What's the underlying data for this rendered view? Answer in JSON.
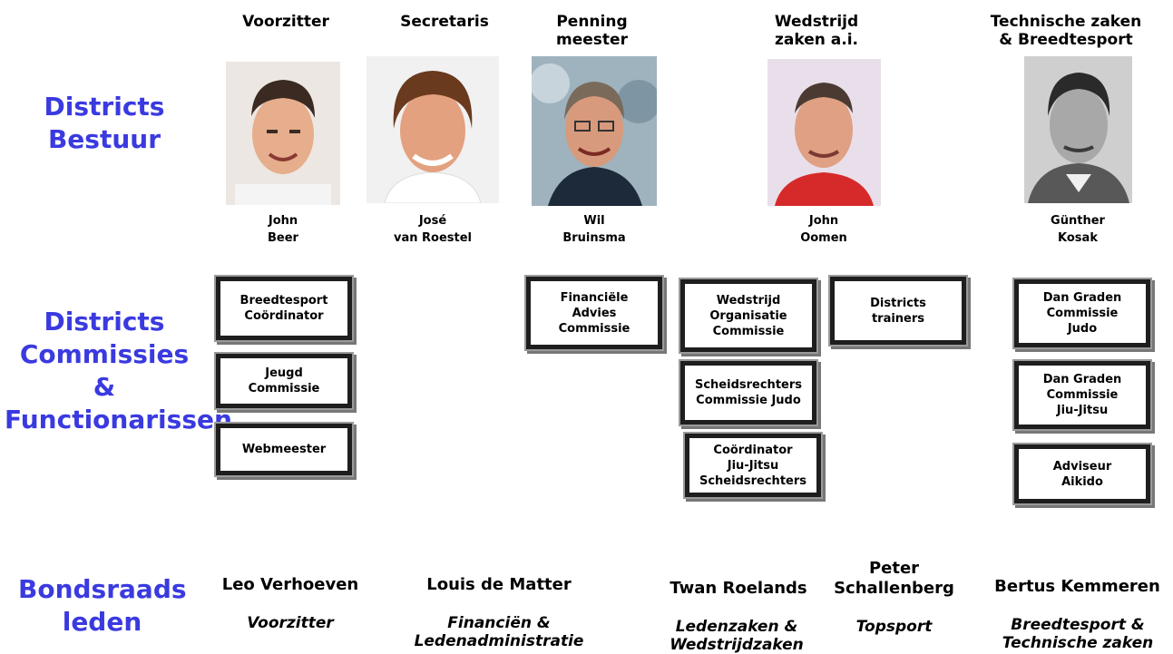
{
  "sections": {
    "bestuur": "Districts\nBestuur",
    "commissies": "Districts\nCommissies\n&\nFunctionarissen",
    "bondsraad": "Bondsraads\nleden"
  },
  "roles": {
    "voorzitter": "Voorzitter",
    "secretaris": "Secretaris",
    "penningmeester": "Penning\nmeester",
    "wedstrijdzaken": "Wedstrijd\nzaken a.i.",
    "technische": "Technische zaken\n& Breedtesport"
  },
  "people": {
    "voorzitter": "John\nBeer",
    "secretaris": "José\nvan Roestel",
    "penningmeester": "Wil\nBruinsma",
    "wedstrijdzaken": "John\nOomen",
    "technische": "Günther\nKosak"
  },
  "committees": {
    "breedtesport": "Breedtesport\nCoördinator",
    "jeugd": "Jeugd\nCommissie",
    "webmeester": "Webmeester",
    "financiele": "Financiële\nAdvies\nCommissie",
    "wedstrijd_org": "Wedstrijd\nOrganisatie\nCommissie",
    "scheidsrechters": "Scheidsrechters\nCommissie Judo",
    "coordinator_jj": "Coördinator\nJiu-Jitsu\nScheidsrechters",
    "districts_trainers": "Districts\ntrainers",
    "dan_judo": "Dan Graden\nCommissie\nJudo",
    "dan_jj": "Dan Graden\nCommissie\nJiu-Jitsu",
    "aikido": "Adviseur\nAikido"
  },
  "bondsraad": {
    "leo": {
      "name": "Leo Verhoeven",
      "function": "Voorzitter"
    },
    "louis": {
      "name": "Louis de Matter",
      "function": "Financiën &\nLedenadministratie"
    },
    "twan": {
      "name": "Twan Roelands",
      "function": "Ledenzaken &\nWedstrijdzaken"
    },
    "peter": {
      "name": "Peter\nSchallenberg",
      "function": "Topsport"
    },
    "bertus": {
      "name": "Bertus Kemmeren",
      "function": "Breedtesport &\nTechnische zaken"
    }
  },
  "colors": {
    "section_heading": "#3a3ae0",
    "box_border": "#1e1e1e"
  }
}
